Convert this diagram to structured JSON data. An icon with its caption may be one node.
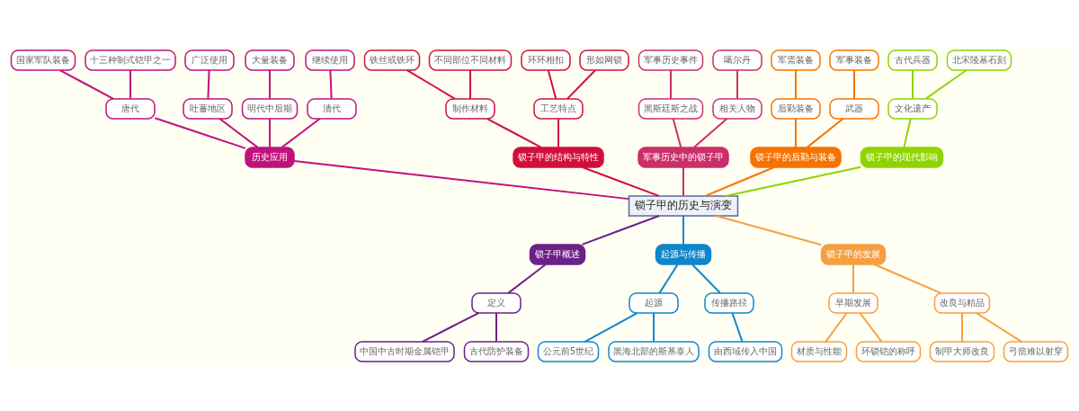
{
  "diagram": {
    "nodes": [
      {
        "text": [
          "锁子甲的历史与演变"
        ]
      },
      {
        "text": [
          "历史应用"
        ]
      },
      {
        "text": [
          "唐代"
        ]
      },
      {
        "text": [
          "国家军队装备"
        ]
      },
      {
        "text": [
          "十三种制式铠甲之一"
        ]
      },
      {
        "text": [
          "吐蕃地区"
        ]
      },
      {
        "text": [
          "广泛使用"
        ]
      },
      {
        "text": [
          "明代中后期"
        ]
      },
      {
        "text": [
          "大量装备"
        ]
      },
      {
        "text": [
          "清代"
        ]
      },
      {
        "text": [
          "继续使用"
        ]
      },
      {
        "text": [
          "锁子甲的结构与特性"
        ]
      },
      {
        "text": [
          "制作材料"
        ]
      },
      {
        "text": [
          "铁丝或铁环"
        ]
      },
      {
        "text": [
          "不同部位不同材料"
        ]
      },
      {
        "text": [
          "工艺特点"
        ]
      },
      {
        "text": [
          "环环相扣"
        ]
      },
      {
        "text": [
          "形如网锁"
        ]
      },
      {
        "text": [
          "军事历史中的锁子甲"
        ]
      },
      {
        "text": [
          "黑斯廷斯之战"
        ]
      },
      {
        "text": [
          "军事历史事件"
        ]
      },
      {
        "text": [
          "相关人物"
        ]
      },
      {
        "text": [
          "噶尔丹"
        ]
      },
      {
        "text": [
          "锁子甲的后勤与装备"
        ]
      },
      {
        "text": [
          "后勤装备"
        ]
      },
      {
        "text": [
          "军需装备"
        ]
      },
      {
        "text": [
          "武器"
        ]
      },
      {
        "text": [
          "军事装备"
        ]
      },
      {
        "text": [
          "锁子甲的现代影响"
        ]
      },
      {
        "text": [
          "文化遗产"
        ]
      },
      {
        "text": [
          "古代兵器"
        ]
      },
      {
        "text": [
          "北宋陵墓石刻"
        ]
      },
      {
        "text": [
          "锁子甲概述"
        ]
      },
      {
        "text": [
          "定义"
        ]
      },
      {
        "text": [
          "中国中古时期金属铠甲"
        ]
      },
      {
        "text": [
          "古代防护装备"
        ]
      },
      {
        "text": [
          "起源与传播"
        ]
      },
      {
        "text": [
          "起源"
        ]
      },
      {
        "text": [
          "公元前5世纪"
        ]
      },
      {
        "text": [
          "黑海北部的斯基泰人"
        ]
      },
      {
        "text": [
          "传播路径"
        ]
      },
      {
        "text": [
          "由西域传入中国"
        ]
      },
      {
        "text": [
          "锁子甲的发展"
        ]
      },
      {
        "text": [
          "早期发展"
        ]
      },
      {
        "text": [
          "材质与性能"
        ]
      },
      {
        "text": [
          "环锁铠的称呼"
        ]
      },
      {
        "text": [
          "改良与精品"
        ]
      },
      {
        "text": [
          "制甲大师改良"
        ]
      },
      {
        "text": [
          "弓箭难以射穿"
        ]
      }
    ],
    "edges": [
      {
        "from": 0,
        "to": 1,
        "arrow": "none",
        "color": "#c0137a"
      },
      {
        "from": 1,
        "to": 2,
        "arrow": "none",
        "color": "#c0137a"
      },
      {
        "from": 2,
        "to": 3,
        "arrow": "none",
        "color": "#c0137a"
      },
      {
        "from": 2,
        "to": 4,
        "arrow": "none",
        "color": "#c0137a"
      },
      {
        "from": 1,
        "to": 5,
        "arrow": "none",
        "color": "#c0137a"
      },
      {
        "from": 5,
        "to": 6,
        "arrow": "none",
        "color": "#c0137a"
      },
      {
        "from": 1,
        "to": 7,
        "arrow": "none",
        "color": "#c0137a"
      },
      {
        "from": 7,
        "to": 8,
        "arrow": "none",
        "color": "#c0137a"
      },
      {
        "from": 1,
        "to": 9,
        "arrow": "none",
        "color": "#c0137a"
      },
      {
        "from": 9,
        "to": 10,
        "arrow": "none",
        "color": "#c0137a"
      },
      {
        "from": 0,
        "to": 11,
        "arrow": "none",
        "color": "#d0103a"
      },
      {
        "from": 11,
        "to": 12,
        "arrow": "none",
        "color": "#d0103a"
      },
      {
        "from": 12,
        "to": 13,
        "arrow": "none",
        "color": "#d0103a"
      },
      {
        "from": 12,
        "to": 14,
        "arrow": "none",
        "color": "#d0103a"
      },
      {
        "from": 11,
        "to": 15,
        "arrow": "none",
        "color": "#d0103a"
      },
      {
        "from": 15,
        "to": 16,
        "arrow": "none",
        "color": "#d0103a"
      },
      {
        "from": 15,
        "to": 17,
        "arrow": "none",
        "color": "#d0103a"
      },
      {
        "from": 0,
        "to": 18,
        "arrow": "none",
        "color": "#cc2e6a"
      },
      {
        "from": 18,
        "to": 19,
        "arrow": "none",
        "color": "#cc2e6a"
      },
      {
        "from": 19,
        "to": 20,
        "arrow": "none",
        "color": "#cc2e6a"
      },
      {
        "from": 18,
        "to": 21,
        "arrow": "none",
        "color": "#cc2e6a"
      },
      {
        "from": 21,
        "to": 22,
        "arrow": "none",
        "color": "#cc2e6a"
      },
      {
        "from": 0,
        "to": 23,
        "arrow": "none",
        "color": "#f57300"
      },
      {
        "from": 23,
        "to": 24,
        "arrow": "none",
        "color": "#f57300"
      },
      {
        "from": 24,
        "to": 25,
        "arrow": "none",
        "color": "#f57300"
      },
      {
        "from": 23,
        "to": 26,
        "arrow": "none",
        "color": "#f57300"
      },
      {
        "from": 26,
        "to": 27,
        "arrow": "none",
        "color": "#f57300"
      },
      {
        "from": 0,
        "to": 28,
        "arrow": "none",
        "color": "#8fd400"
      },
      {
        "from": 28,
        "to": 29,
        "arrow": "none",
        "color": "#8fd400"
      },
      {
        "from": 29,
        "to": 30,
        "arrow": "none",
        "color": "#8fd400"
      },
      {
        "from": 29,
        "to": 31,
        "arrow": "none",
        "color": "#8fd400"
      },
      {
        "from": 0,
        "to": 32,
        "arrow": "none",
        "color": "#6b2288"
      },
      {
        "from": 32,
        "to": 33,
        "arrow": "none",
        "color": "#6b2288"
      },
      {
        "from": 33,
        "to": 34,
        "arrow": "none",
        "color": "#6b2288"
      },
      {
        "from": 33,
        "to": 35,
        "arrow": "none",
        "color": "#6b2288"
      },
      {
        "from": 0,
        "to": 36,
        "arrow": "none",
        "color": "#0f86cc"
      },
      {
        "from": 36,
        "to": 37,
        "arrow": "none",
        "color": "#0f86cc"
      },
      {
        "from": 37,
        "to": 38,
        "arrow": "none",
        "color": "#0f86cc"
      },
      {
        "from": 37,
        "to": 39,
        "arrow": "none",
        "color": "#0f86cc"
      },
      {
        "from": 36,
        "to": 40,
        "arrow": "none",
        "color": "#0f86cc"
      },
      {
        "from": 40,
        "to": 41,
        "arrow": "none",
        "color": "#0f86cc"
      },
      {
        "from": 0,
        "to": 42,
        "arrow": "none",
        "color": "#f5a040"
      },
      {
        "from": 42,
        "to": 43,
        "arrow": "none",
        "color": "#f5a040"
      },
      {
        "from": 43,
        "to": 44,
        "arrow": "none",
        "color": "#f5a040"
      },
      {
        "from": 43,
        "to": 45,
        "arrow": "none",
        "color": "#f5a040"
      },
      {
        "from": 42,
        "to": 46,
        "arrow": "none",
        "color": "#f5a040"
      },
      {
        "from": 46,
        "to": 47,
        "arrow": "none",
        "color": "#f5a040"
      },
      {
        "from": 46,
        "to": 48,
        "arrow": "none",
        "color": "#f5a040"
      }
    ]
  }
}
